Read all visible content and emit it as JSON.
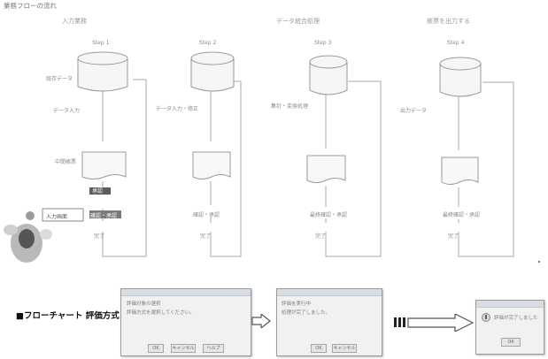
{
  "page_title": "業務フローの流れ",
  "columns": [
    {
      "header": "入力業務",
      "subheader": "Step 1",
      "db_label": "既存データ",
      "side_label": "データ入力",
      "doc_label": "中間帳票",
      "process_label": "確認・承認",
      "end_label": "完了"
    },
    {
      "header": "",
      "subheader": "Step 2",
      "db_label": "",
      "side_label": "データ入力・修正",
      "doc_label": "",
      "process_label": "確認・承認",
      "end_label": "完了"
    },
    {
      "header": "データ統合処理",
      "subheader": "Step 3",
      "db_label": "",
      "side_label": "集計・変換処理",
      "doc_label": "",
      "process_label": "最終確認・承認",
      "end_label": "完了"
    },
    {
      "header": "帳票を出力する",
      "subheader": "Step 4",
      "db_label": "",
      "side_label": "出力データ",
      "doc_label": "",
      "process_label": "最終確認・承認",
      "end_label": "完了"
    }
  ],
  "left_side": {
    "highlight_label": "承認",
    "box_label": "入力画面"
  },
  "bottom": {
    "label": "■フローチャート 評価方式",
    "dialog1": {
      "line1": "評価対象の選択",
      "line2": "評価方式を選択してください。",
      "ok": "OK",
      "cancel": "キャンセル",
      "help": "ヘルプ"
    },
    "dialog2": {
      "line1": "評価を実行中",
      "line2": "処理が完了しました。",
      "ok": "OK",
      "cancel": "キャンセル"
    },
    "dialog3": {
      "line1": "評価が完了しました",
      "ok": "OK"
    }
  }
}
